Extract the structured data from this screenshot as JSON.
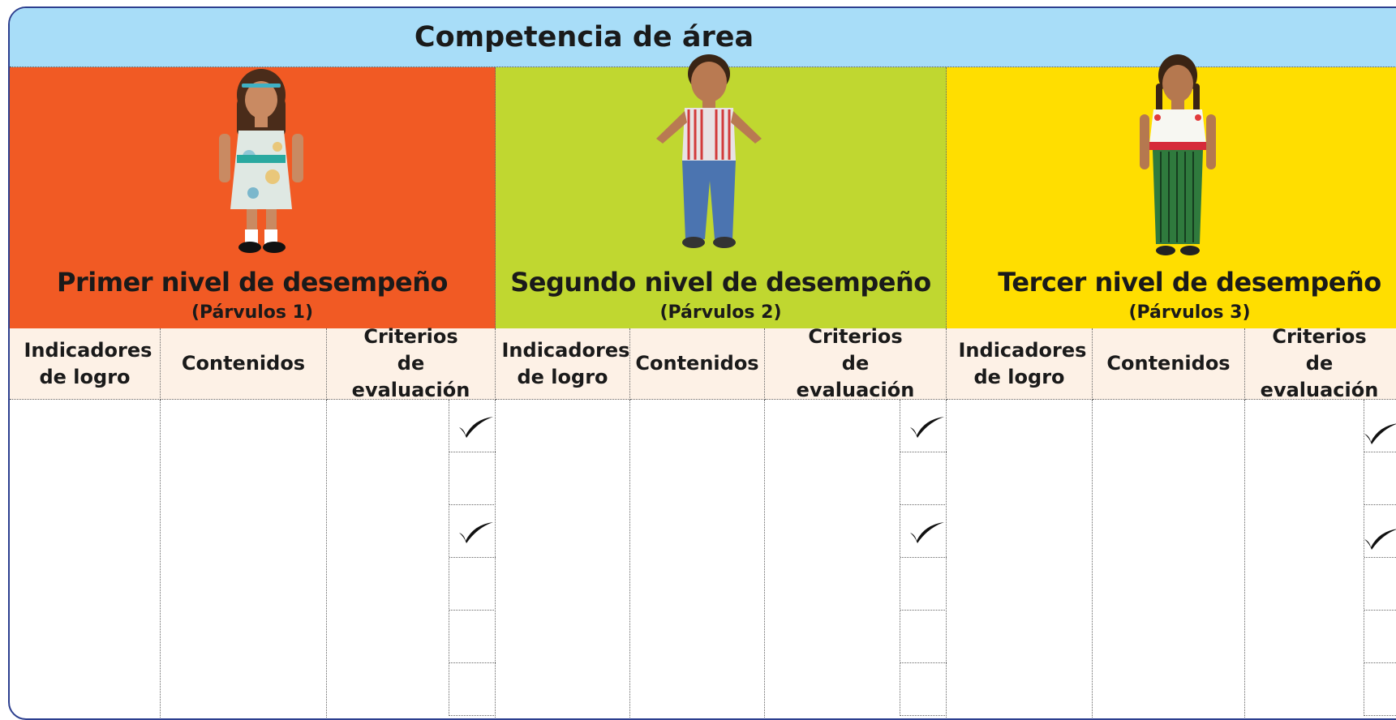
{
  "title": "Competencia de área",
  "colors": {
    "title_bg": "#a8ddf8",
    "level1": "#f15a24",
    "level2": "#c0d730",
    "level3": "#ffde00",
    "header_bg": "#fdf1e6",
    "border": "#2c3f8f"
  },
  "levels": [
    {
      "title": "Primer nivel de desempeño",
      "subtitle": "(Párvulos 1)",
      "icon": "girl-dress-illustration"
    },
    {
      "title": "Segundo nivel de desempeño",
      "subtitle": "(Párvulos 2)",
      "icon": "boy-illustration"
    },
    {
      "title": "Tercer nivel de desempeño",
      "subtitle": "(Párvulos 3)",
      "icon": "girl-traditional-dress-illustration"
    }
  ],
  "column_headers": {
    "indicadores": "Indicadores de logro",
    "contenidos": "Contenidos",
    "criterios": "Criterios de evaluación"
  },
  "check_icon": "checkmark-icon"
}
